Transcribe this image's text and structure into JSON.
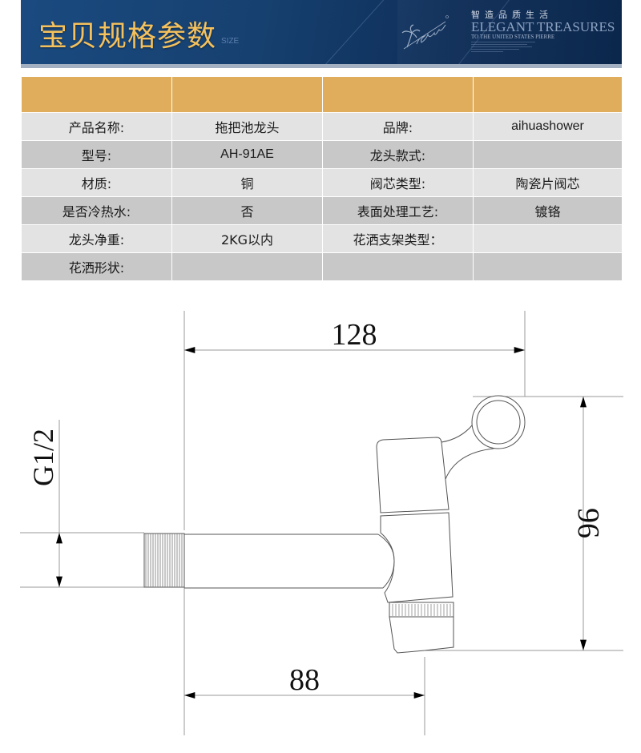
{
  "banner": {
    "title": "宝贝规格参数",
    "subtitle": "SIZE",
    "brand_slogan_cn": "智造品质生活",
    "brand_slogan_en": "ELEGANT TREASURES",
    "brand_tagline": "TO THE UNITED STATES PIERRE",
    "logo_icon": "palm-tree-logo-icon",
    "colors": {
      "background": "#16406f",
      "title": "#f5c15c",
      "strip": "#a3b0c2"
    }
  },
  "spec_table": {
    "header_color": "#dfad5c",
    "row_colors": [
      "#e3e3e3",
      "#c8c8c8"
    ],
    "header": [
      "",
      "",
      "",
      ""
    ],
    "rows": [
      {
        "label1": "产品名称:",
        "value1": "拖把池龙头",
        "label2": "品牌:",
        "value2": "aihuashower"
      },
      {
        "label1": "型号:",
        "value1": "AH-91AE",
        "label2": "龙头款式:",
        "value2": ""
      },
      {
        "label1": "材质:",
        "value1": "铜",
        "label2": "阀芯类型:",
        "value2": "陶瓷片阀芯"
      },
      {
        "label1": "是否冷热水:",
        "value1": "否",
        "label2": "表面处理工艺:",
        "value2": "镀铬"
      },
      {
        "label1": "龙头净重:",
        "value1": "2KG以内",
        "label2": "花洒支架类型：",
        "value2": ""
      },
      {
        "label1": "花洒形状:",
        "value1": "",
        "label2": "",
        "value2": ""
      }
    ]
  },
  "drawing": {
    "dimensions": {
      "overall_length": "128",
      "height": "96",
      "spout_offset": "88",
      "thread": "G1/2"
    }
  }
}
